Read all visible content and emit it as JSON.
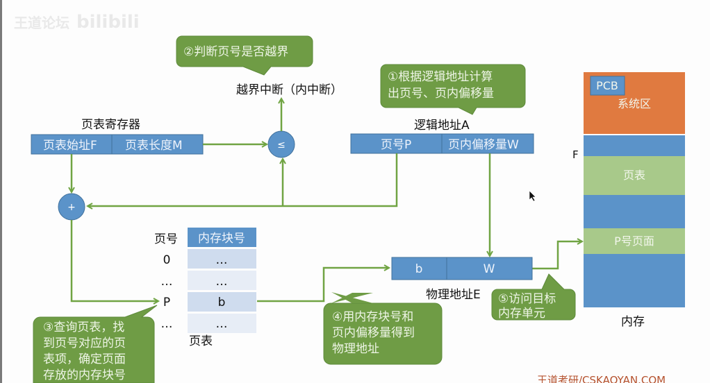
{
  "watermark": {
    "text": "王道论坛",
    "logo": "bilibili"
  },
  "footer": "王道考研/CSKAOYAN.COM",
  "colors": {
    "box_blue": "#5b93c9",
    "arrow_green": "#70a443",
    "bubble_green": "#6f9c45",
    "system_orange": "#e07a40",
    "memory_light_green": "#a8c98a",
    "table_row_light": "#cfdcee",
    "table_row_lighter": "#e7edf6"
  },
  "page_table_register": {
    "title": "页表寄存器",
    "start_field": "页表始址F",
    "length_field": "页表长度M"
  },
  "logical_address": {
    "title": "逻辑地址A",
    "page_field": "页号P",
    "offset_field": "页内偏移量W"
  },
  "compare_node": {
    "symbol": "≤"
  },
  "add_node": {
    "symbol": "+"
  },
  "interrupt_label": "越界中断（内中断）",
  "page_table": {
    "row_header": "页号",
    "col_header": "内存块号",
    "rows": [
      {
        "page": "0",
        "block": "…"
      },
      {
        "page": "…",
        "block": "…"
      },
      {
        "page": "P",
        "block": "b"
      },
      {
        "page": "…",
        "block": "…"
      }
    ],
    "caption": "页表"
  },
  "physical_address": {
    "block_field": "b",
    "offset_field": "W",
    "caption": "物理地址E"
  },
  "memory": {
    "pcb_label": "PCB",
    "system_area": "系统区",
    "f_marker": "F",
    "page_table_area": "页表",
    "page_p_area": "P号页面",
    "caption": "内存"
  },
  "steps": [
    {
      "id": "step-1",
      "lines": [
        "①根据逻辑地址计算",
        "出页号、页内偏移量"
      ]
    },
    {
      "id": "step-2",
      "lines": [
        "②判断页号是否越界"
      ]
    },
    {
      "id": "step-3",
      "lines": [
        "③查询页表，找",
        "到页号对应的页",
        "表项，确定页面",
        "存放的内存块号"
      ]
    },
    {
      "id": "step-4",
      "lines": [
        "④用内存块号和",
        "页内偏移量得到",
        "物理地址"
      ]
    },
    {
      "id": "step-5",
      "lines": [
        "⑤访问目标",
        "内存单元"
      ]
    }
  ]
}
